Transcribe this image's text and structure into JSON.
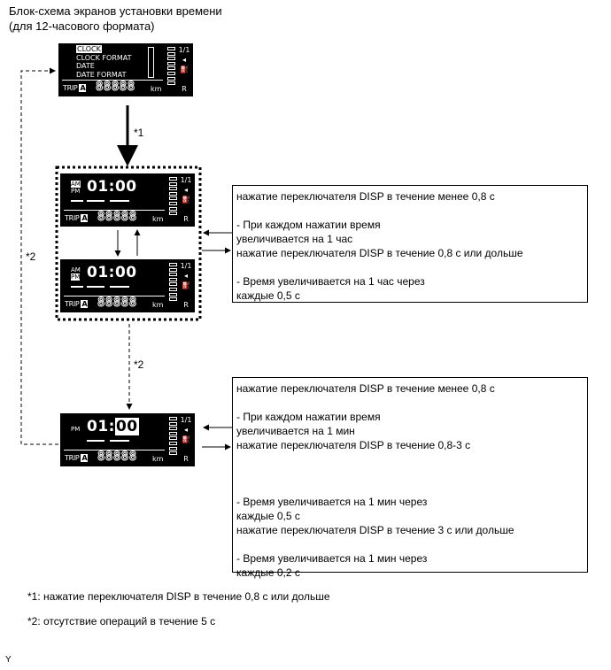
{
  "title": {
    "line1": "Блок-схема экранов установки времени",
    "line2": "(для 12-часового формата)"
  },
  "screen1": {
    "menu": [
      "CLOCK",
      "CLOCK FORMAT",
      "DATE",
      "DATE FORMAT"
    ],
    "trip": "TRIP",
    "trip_letter": "A",
    "odometer": "88888",
    "unit": "km"
  },
  "screen2": {
    "am": "AM",
    "pm": "PM",
    "time_hour": "01",
    "time_rest": ":00",
    "trip": "TRIP",
    "trip_letter": "A",
    "odometer": "88888",
    "unit": "km"
  },
  "screen3": {
    "am": "AM",
    "pm": "PM",
    "time_hour": "01",
    "time_rest": ":00",
    "trip": "TRIP",
    "trip_letter": "A",
    "odometer": "88888",
    "unit": "km"
  },
  "screen4": {
    "pm": "PM",
    "time_hour": "01:",
    "time_min": "00",
    "trip": "TRIP",
    "trip_letter": "A",
    "odometer": "88888",
    "unit": "km"
  },
  "gauge_labels": [
    "1/1",
    "R"
  ],
  "arrows": {
    "star1": "*1",
    "star2_mid": "*2",
    "star2_left": "*2"
  },
  "box1": {
    "l1": "нажатие переключателя DISP в течение менее 0,8 с",
    "l2": "- При каждом нажатии время",
    "l3": "увеличивается на 1 час",
    "l4": "нажатие переключателя DISP в течение 0,8 с или дольше",
    "l5": "- Время увеличивается на 1 час через",
    "l6": "каждые 0,5 с"
  },
  "box2": {
    "l1": "нажатие переключателя DISP в течение менее 0,8 с",
    "l2": "- При каждом нажатии время",
    "l3": "увеличивается на 1 мин",
    "l4": "нажатие переключателя DISP в течение 0,8-3 с",
    "l5": "- Время увеличивается на 1 мин через",
    "l6": "каждые 0,5 с",
    "l7": "нажатие переключателя DISP в течение 3 с или дольше",
    "l8": "- Время увеличивается на 1 мин через",
    "l9": "каждые 0,2 с"
  },
  "notes": {
    "n1": "*1: нажатие переключателя DISP в течение 0,8 с или дольше",
    "n2": "*2: отсутствие операций в течение 5 с"
  },
  "corner_mark": "Y"
}
